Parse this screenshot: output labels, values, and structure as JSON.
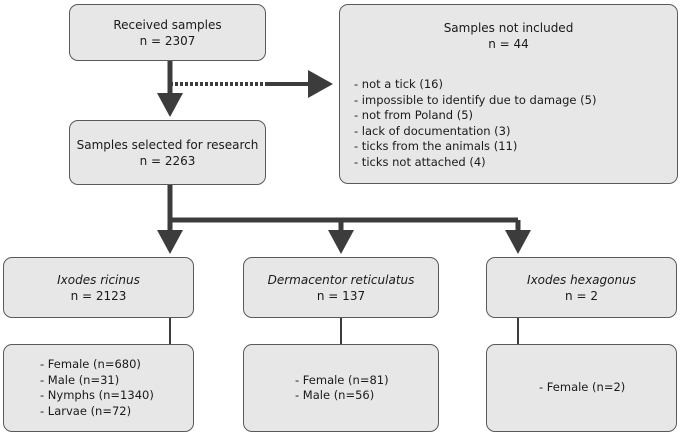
{
  "received": {
    "title": "Received samples",
    "count": "n = 2307"
  },
  "not_included": {
    "title": "Samples not included",
    "count": "n = 44",
    "items": [
      "- not a tick (16)",
      "- impossible to identify due to damage (5)",
      "- not from Poland (5)",
      "- lack of documentation (3)",
      "- ticks from the animals (11)",
      "- ticks not attached (4)"
    ]
  },
  "selected": {
    "title": "Samples selected for research",
    "count": "n = 2263"
  },
  "species": [
    {
      "name": "Ixodes ricinus",
      "count": "n = 2123",
      "details": [
        "- Female (n=680)",
        "- Male (n=31)",
        "- Nymphs (n=1340)",
        "- Larvae (n=72)"
      ]
    },
    {
      "name": "Dermacentor reticulatus",
      "count": "n = 137",
      "details": [
        "- Female (n=81)",
        "- Male (n=56)"
      ]
    },
    {
      "name": "Ixodes hexagonus",
      "count": "n = 2",
      "details": [
        "- Female (n=2)"
      ]
    }
  ],
  "colors": {
    "box_fill": "#e7e7e7",
    "box_border": "#5a5a5a",
    "arrow": "#3c3c3c"
  }
}
